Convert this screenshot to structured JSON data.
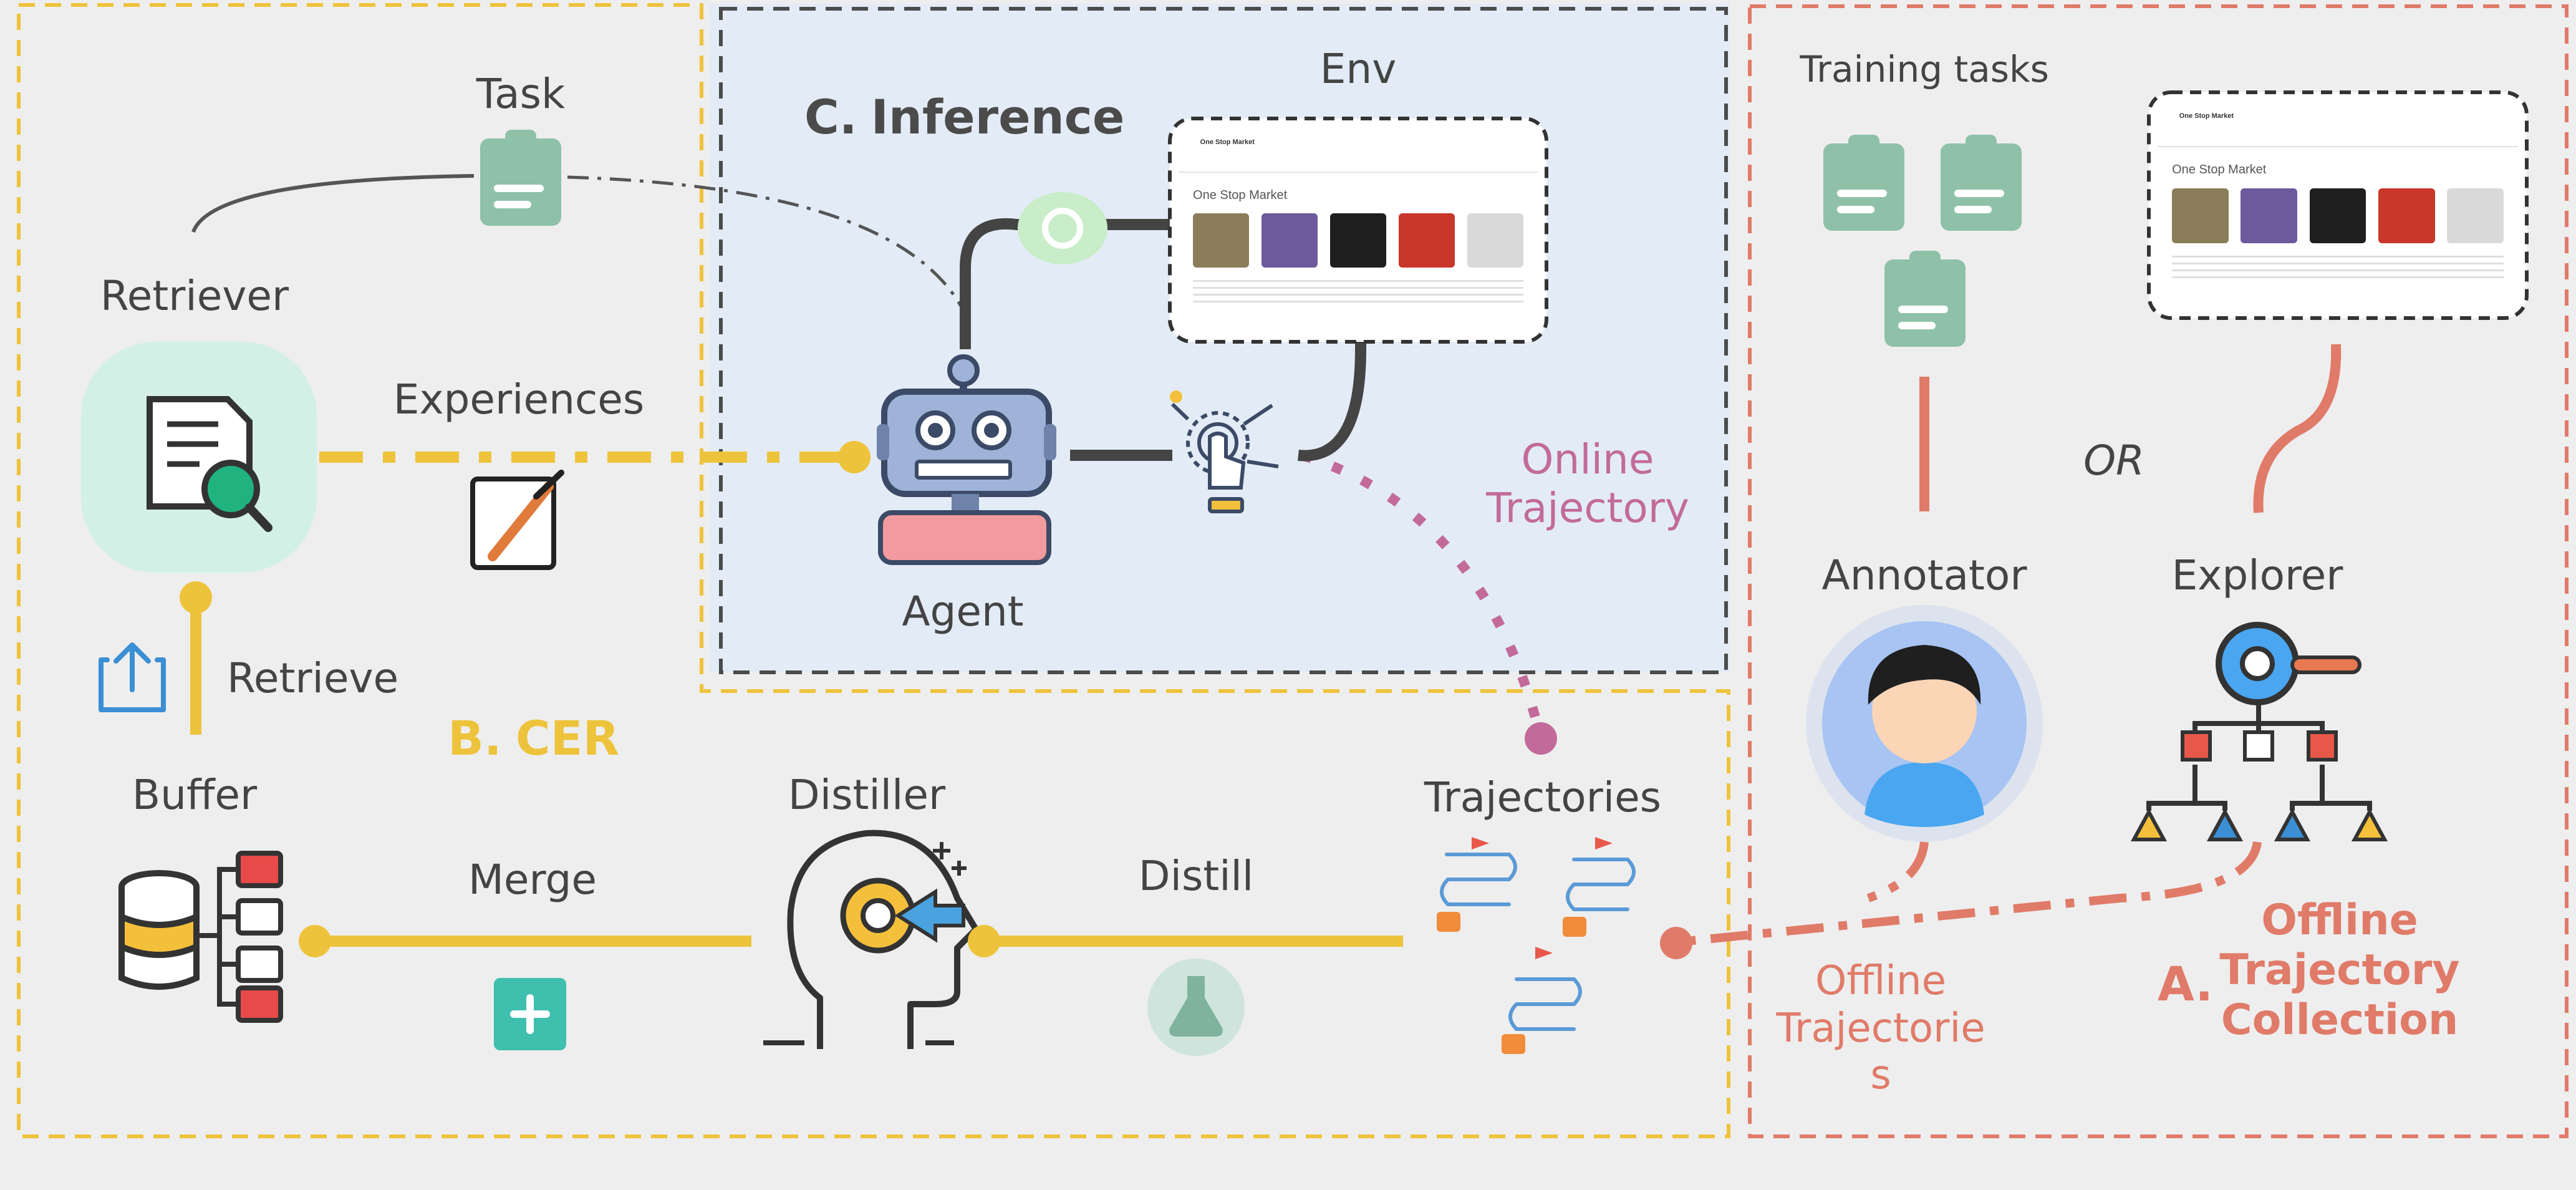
{
  "panels": {
    "cer": "CER",
    "cer_letter": "B.",
    "inference": "Inference",
    "inference_letter": "C.",
    "offline": [
      "Offline",
      "Trajectory",
      "Collection"
    ],
    "offline_letter": "A."
  },
  "labels": {
    "task": "Task",
    "retriever": "Retriever",
    "experiences": "Experiences",
    "retrieve": "Retrieve",
    "buffer": "Buffer",
    "merge": "Merge",
    "distiller": "Distiller",
    "distill": "Distill",
    "trajectories": "Trajectories",
    "env": "Env",
    "agent": "Agent",
    "online_trajectory": [
      "Online",
      "Trajectory"
    ],
    "training_tasks": "Training tasks",
    "annotator": "Annotator",
    "explorer": "Explorer",
    "or": "OR",
    "offline_trajectories": [
      "Offline",
      "Trajectorie",
      "s"
    ]
  },
  "screenshot": {
    "store_logo": "One Stop Market",
    "store_title": "One Stop Market"
  },
  "colors": {
    "cer_yellow": "#eec33c",
    "inference_dark": "#4b4b4b",
    "offline_red": "#e07b69",
    "online_pink": "#c26b9a",
    "task_green": "#8ec1a8",
    "panel_gray": "#eeeeee",
    "inference_blue": "#e3ecf6"
  }
}
